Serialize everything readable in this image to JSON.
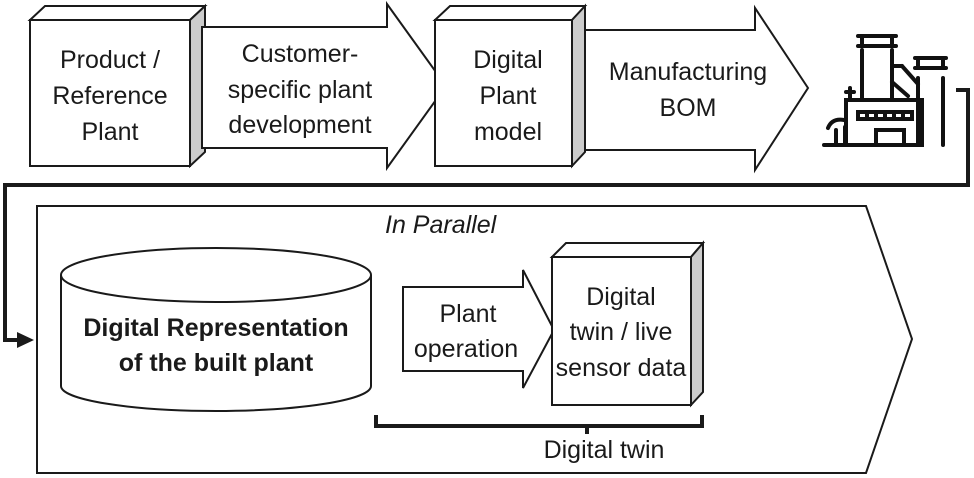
{
  "top_flow": {
    "box1": {
      "lines": [
        "Product /",
        "Reference",
        "Plant"
      ]
    },
    "arrow1": {
      "lines": [
        "Customer-",
        "specific plant",
        "development"
      ]
    },
    "box2": {
      "lines": [
        "Digital",
        "Plant",
        "model"
      ]
    },
    "arrow2": {
      "lines": [
        "Manufacturing",
        "BOM"
      ]
    },
    "end_icon": "factory-icon"
  },
  "parallel_section": {
    "title": "In Parallel",
    "cylinder": {
      "lines": [
        "Digital Representation",
        "of the built plant"
      ]
    },
    "arrow": {
      "lines": [
        "Plant",
        "operation"
      ]
    },
    "box": {
      "lines": [
        "Digital",
        "twin / live",
        "sensor data"
      ]
    },
    "bracket_label": "Digital twin"
  },
  "colors": {
    "stroke": "#1a1a1a",
    "box_side": "#cccccc",
    "fill": "#ffffff"
  }
}
